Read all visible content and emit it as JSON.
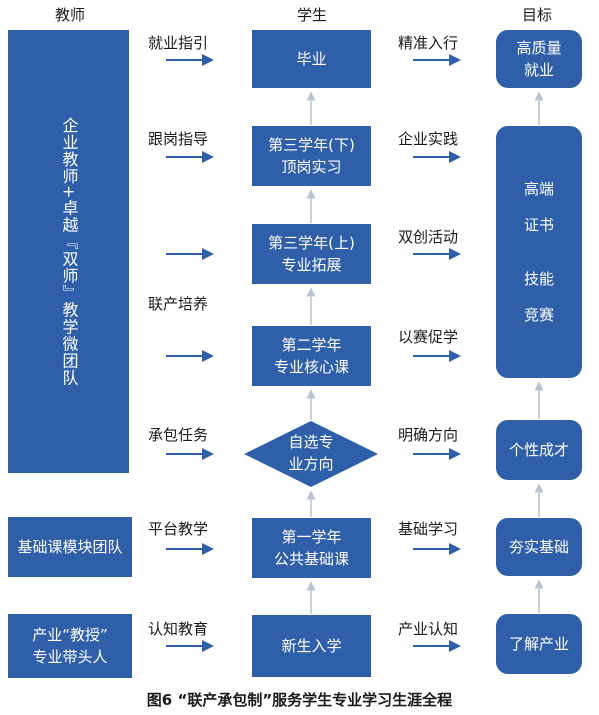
{
  "headers": {
    "teachers": "教师",
    "students": "学生",
    "goals": "目标"
  },
  "colors": {
    "box": "#2f5fa8",
    "arrow_dark": "#2f5fa8",
    "arrow_light": "#b8c2d6",
    "text": "#1a1a1a"
  },
  "teachers": {
    "vertical": "企业教师+卓越『双师』教学微团队",
    "foundation": "基础课模块团队",
    "industry_leader": "产业“教授”\n专业带头人"
  },
  "students": {
    "graduate": "毕业",
    "year3_second": "第三学年(下)\n顶岗实习",
    "year3_first": "第三学年(上)\n专业拓展",
    "year2": "第二学年\n专业核心课",
    "direction": "自选专\n业方向",
    "year1": "第一学年\n公共基础课",
    "enroll": "新生入学"
  },
  "teacher_labels": {
    "employment": "就业指引",
    "internship": "跟岗指导",
    "joint": "联产培养",
    "contract": "承包任务",
    "platform": "平台教学",
    "cognition_edu": "认知教育"
  },
  "student_labels": {
    "accurate": "精准入行",
    "practice": "企业实践",
    "innovation": "双创活动",
    "competition": "以赛促学",
    "clarify": "明确方向",
    "basics": "基础学习",
    "industry": "产业认知"
  },
  "goals": {
    "employ": "高质量\n就业",
    "cert_line1": "高端",
    "cert_line2": "证书",
    "skill_line1": "技能",
    "skill_line2": "竞赛",
    "personal": "个性成才",
    "solid": "夯实基础",
    "understand": "了解产业"
  },
  "caption": "图6 “联产承包制”服务学生专业学习生涯全程"
}
